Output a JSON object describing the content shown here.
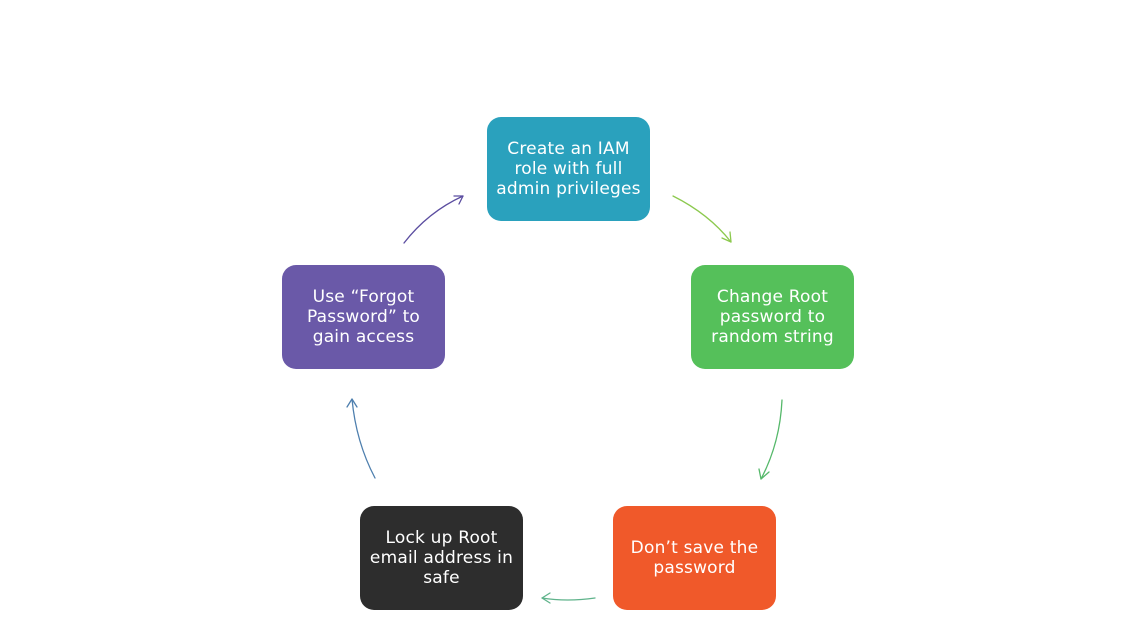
{
  "diagram": {
    "steps": [
      {
        "id": "create-iam-role",
        "label": "Create an IAM role with full admin privileges",
        "color": "#2AA1BD"
      },
      {
        "id": "change-root-password",
        "label": "Change Root password to random string",
        "color": "#55C05A"
      },
      {
        "id": "dont-save-password",
        "label": "Don’t save the password",
        "color": "#F0592A"
      },
      {
        "id": "lock-root-email",
        "label": "Lock up Root email address in safe",
        "color": "#2D2D2D"
      },
      {
        "id": "use-forgot-password",
        "label": "Use “Forgot Password” to gain access",
        "color": "#6A59A8"
      }
    ],
    "arrow_colors": [
      "#8CC94E",
      "#55B86A",
      "#5FB38B",
      "#4E7FAE",
      "#5B4DA0"
    ]
  }
}
